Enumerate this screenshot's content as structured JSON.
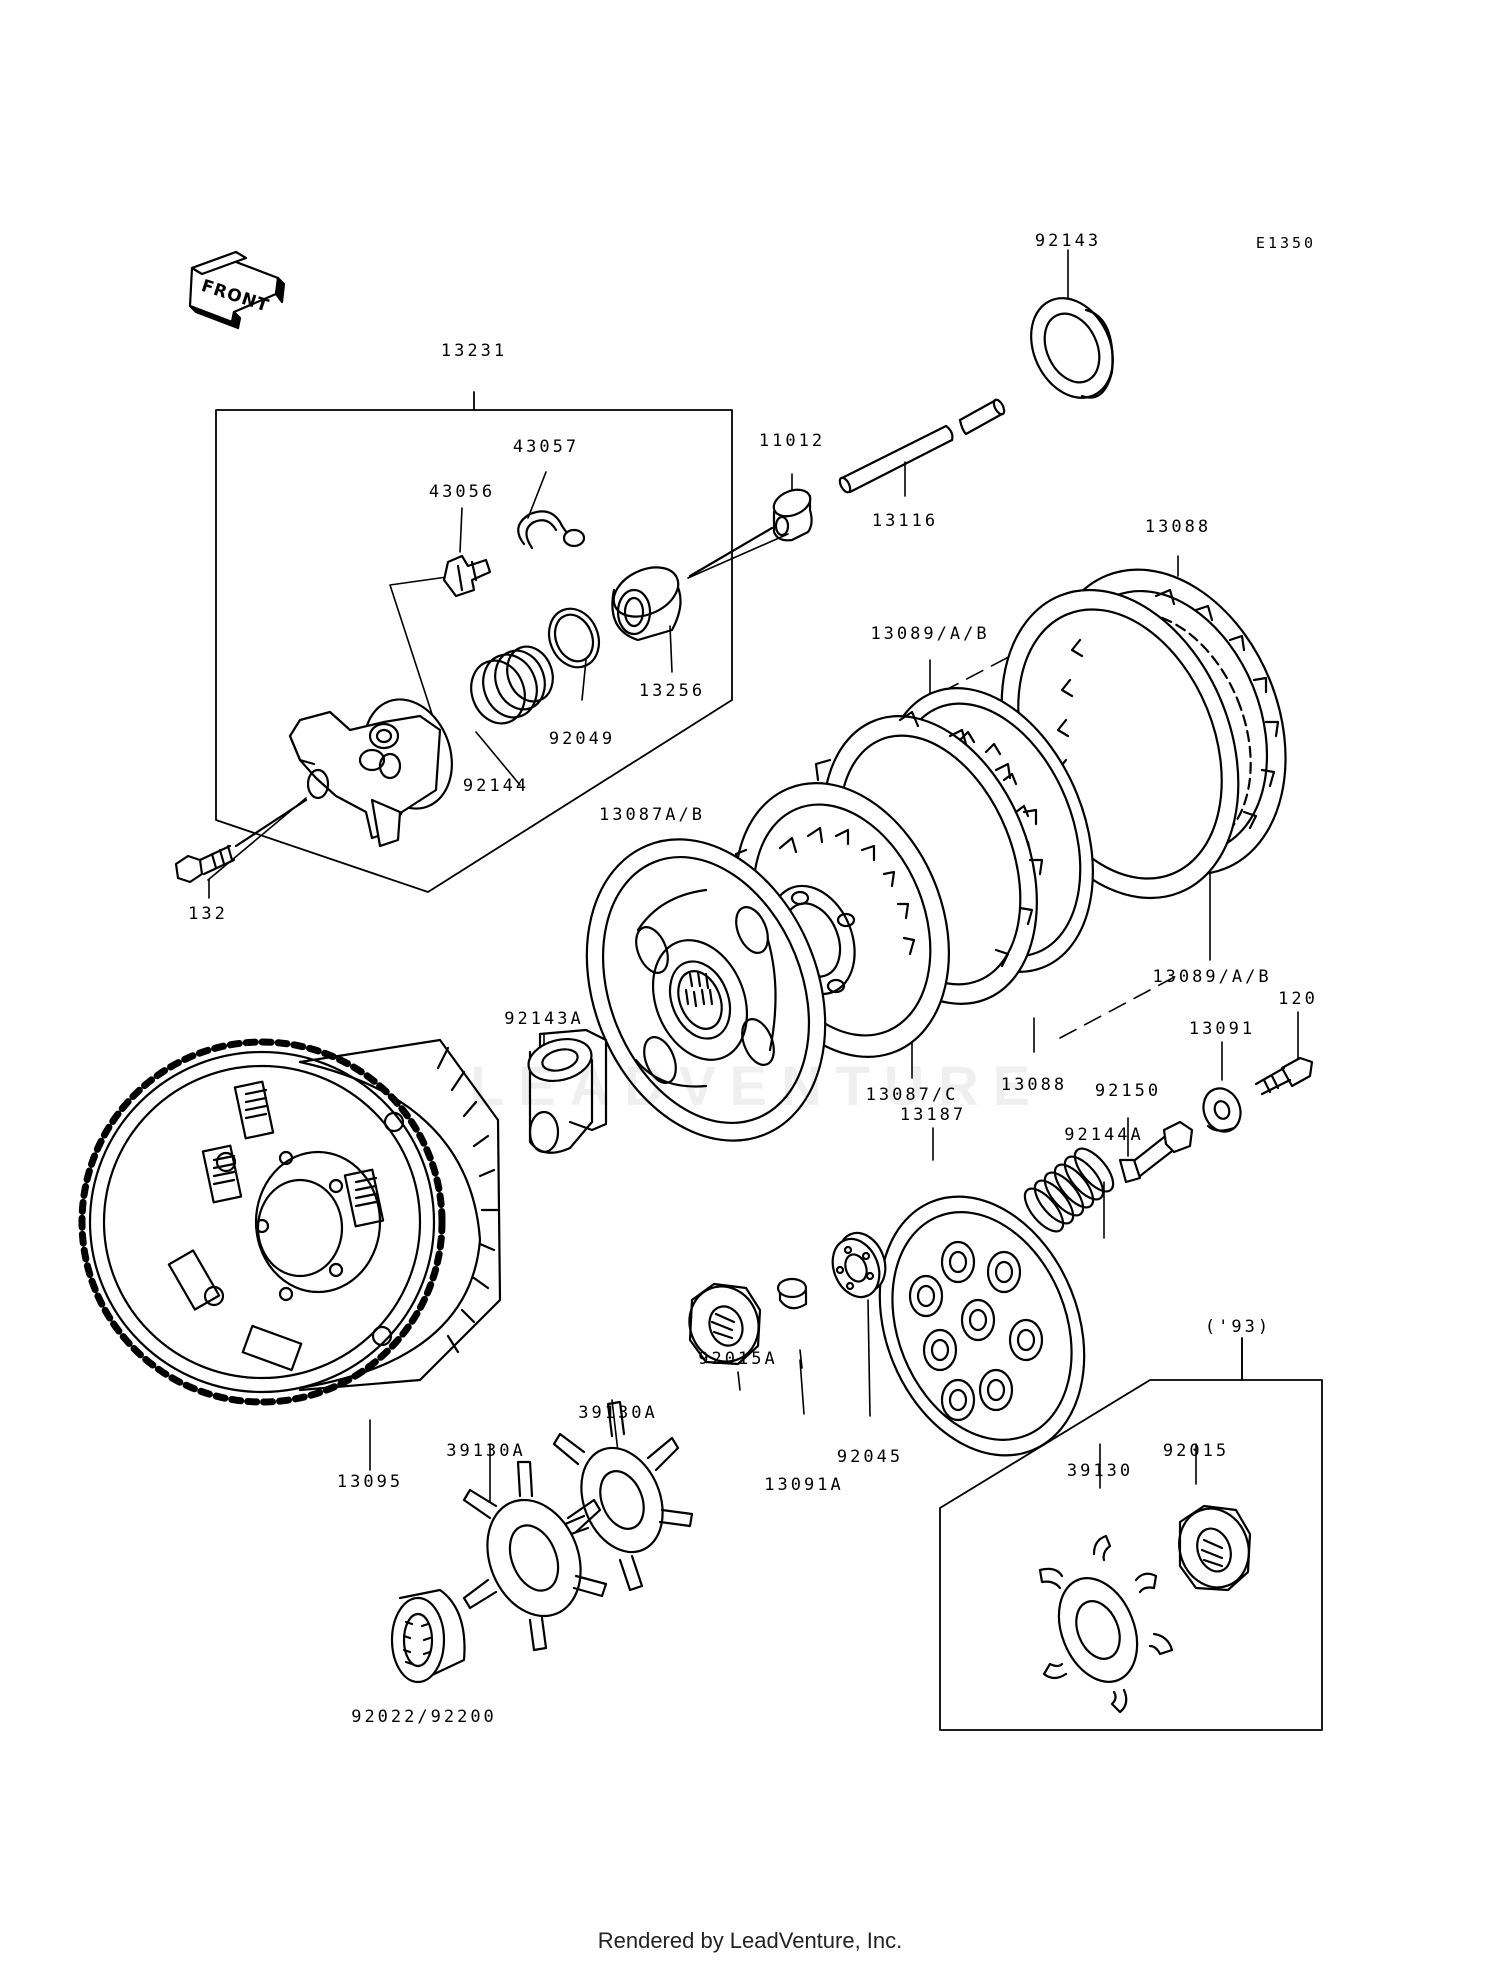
{
  "diagram": {
    "code": "E1350",
    "front_label": "FRONT",
    "labels": {
      "p92143": "92143",
      "p13231": "13231",
      "p43057": "43057",
      "p43056": "43056",
      "p11012": "11012",
      "p13116": "13116",
      "p13088_top": "13088",
      "p13256": "13256",
      "p92049": "92049",
      "p92144": "92144",
      "p13089_top": "13089/A/B",
      "p132": "132",
      "p13087ab": "13087A/B",
      "p13089_bot": "13089/A/B",
      "p120": "120",
      "p92143a": "92143A",
      "p13091": "13091",
      "p13088_bot": "13088",
      "p13087c": "13087/C",
      "p92150": "92150",
      "p13187": "13187",
      "p92144a": "92144A",
      "p93": "('93)",
      "p92015a": "92015A",
      "p39130a_1": "39130A",
      "p13091a": "13091A",
      "p92045": "92045",
      "p13095": "13095",
      "p39130a_2": "39130A",
      "p39130": "39130",
      "p92015": "92015",
      "p92022": "92022/92200"
    }
  },
  "watermark": "LEADVENTURE",
  "footer": "Rendered by LeadVenture, Inc."
}
